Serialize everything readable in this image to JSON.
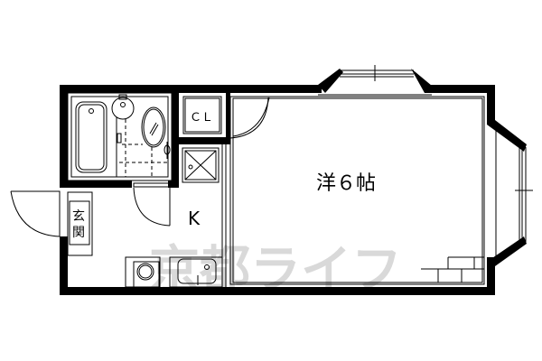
{
  "floorplan": {
    "rooms": {
      "western_room": {
        "label": "洋６帖",
        "type": "Western-style room",
        "size_jo": 6
      },
      "kitchen": {
        "label": "K"
      },
      "closet": {
        "label": "ＣＬ"
      },
      "entrance": {
        "label_top": "玄",
        "label_bottom": "関"
      }
    },
    "fixtures": [
      "bathtub",
      "washbasin",
      "toilet",
      "washing-machine-space",
      "kitchen-sink",
      "storage-shelf",
      "step-stairs"
    ],
    "watermark": "京都ライフ",
    "colors": {
      "wall": "#000000",
      "background": "#ffffff",
      "watermark": "#d9d9d9"
    }
  }
}
